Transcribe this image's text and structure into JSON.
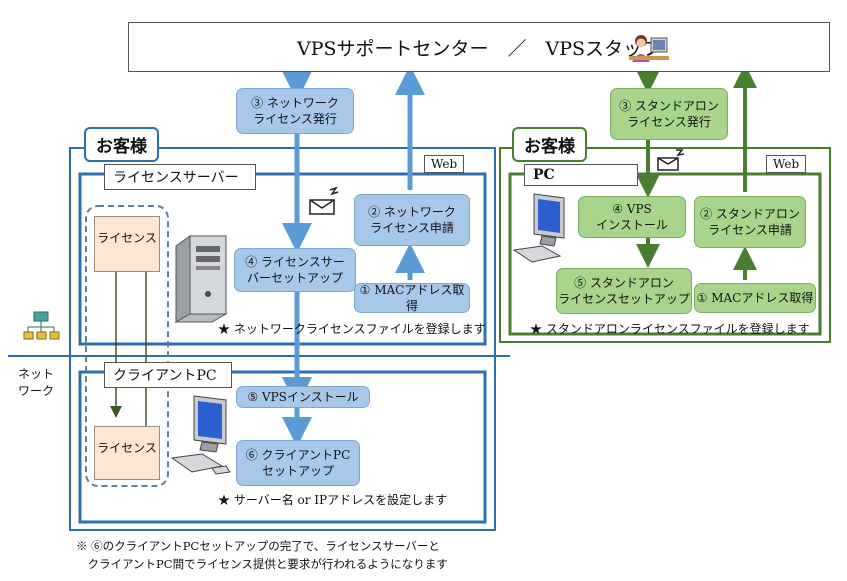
{
  "header": {
    "title": "VPSサポートセンター　／　VPSスタッフ",
    "icon": "support-staff-icon"
  },
  "left_panel": {
    "customer_tag": "お客様",
    "web_tag": "Web",
    "server_section": {
      "tag": "ライセンスサーバー",
      "license_label": "ライセンス",
      "step3": "③ ネットワーク\nライセンス発行",
      "step2": "② ネットワーク\nライセンス申請",
      "step4": "④ ライセンスサー\nバーセットアップ",
      "step1": "① MACアドレス取得",
      "note": "★ ネットワークライセンスファイルを登録します"
    },
    "client_section": {
      "tag": "クライアントPC",
      "license_label": "ライセンス",
      "step5": "⑤ VPSインストール",
      "step6": "⑥ クライアントPC\nセットアップ",
      "note": "★ サーバー名 or IPアドレスを設定します"
    }
  },
  "right_panel": {
    "customer_tag": "お客様",
    "web_tag": "Web",
    "pc_tag": "PC",
    "step3": "③ スタンドアロン\nライセンス発行",
    "step4": "④ VPS\nインストール",
    "step2": "② スタンドアロン\nライセンス申請",
    "step5": "⑤ スタンドアロン\nライセンスセットアップ",
    "step1": "① MACアドレス取得",
    "note": "★ スタンドアロンライセンスファイルを登録します"
  },
  "network_label": "ネット\nワーク",
  "footnote": {
    "line1": "※ ⑥のクライアントPCセットアップの完了で、ライセンスサーバーと",
    "line2": "　クライアントPC間でライセンス提供と要求が行われるようになります"
  },
  "colors": {
    "blue_frame": "#2e6fad",
    "blue_arrow": "#5b9bd5",
    "blue_box": "#a8c8ea",
    "green_frame": "#4a7f32",
    "green_box": "#a8d48c",
    "pink_box": "#fde4d3"
  }
}
